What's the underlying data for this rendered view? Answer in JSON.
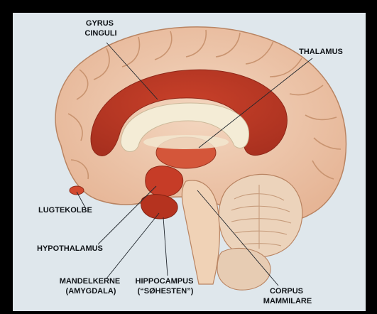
{
  "figure": {
    "background_color": "#dfe7ec",
    "frame_color": "#000000",
    "labels": {
      "gyrus_cinguli": [
        "GYRUS",
        "CINGULI"
      ],
      "thalamus": [
        "THALAMUS"
      ],
      "lugtekolbe": [
        "LUGTEKOLBE"
      ],
      "hypothalamus": [
        "HYPOTHALAMUS"
      ],
      "mandelkerne": [
        "MANDELKERNE",
        "(AMYGDALA)"
      ],
      "hippocampus": [
        "HIPPOCAMPUS",
        "(“SØHESTEN”)"
      ],
      "corpus_mammilare": [
        "CORPUS",
        "MAMMILARE"
      ]
    }
  }
}
